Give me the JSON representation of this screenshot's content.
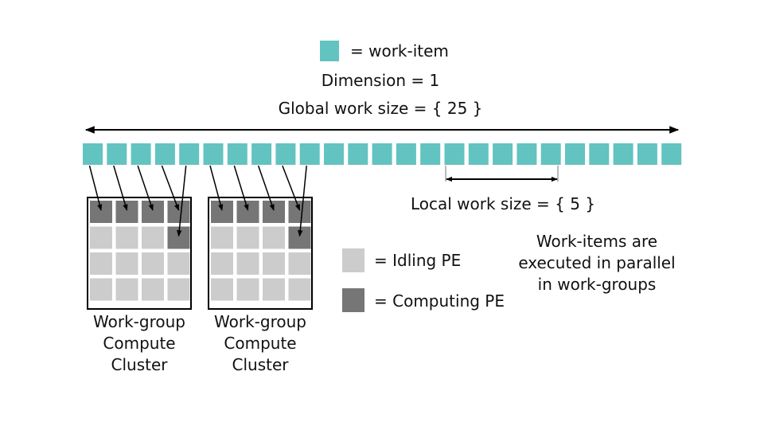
{
  "legend": {
    "work_item": "= work-item",
    "idling": "= Idling PE",
    "computing": "= Computing PE"
  },
  "header": {
    "dimension": "Dimension = 1",
    "global_size": "Global work size = { 25 }"
  },
  "local_size": "Local work size = { 5 }",
  "note": [
    "Work-items are",
    "executed in parallel",
    "in work-groups"
  ],
  "clusters": [
    {
      "lines": [
        "Work-group",
        "Compute",
        "Cluster"
      ],
      "computing_cells": [
        [
          0,
          0
        ],
        [
          0,
          1
        ],
        [
          0,
          2
        ],
        [
          0,
          3
        ],
        [
          1,
          3
        ]
      ]
    },
    {
      "lines": [
        "Work-group",
        "Compute",
        "Cluster"
      ],
      "computing_cells": [
        [
          0,
          0
        ],
        [
          0,
          1
        ],
        [
          0,
          2
        ],
        [
          0,
          3
        ],
        [
          1,
          3
        ]
      ]
    }
  ],
  "work_item_count": 25,
  "grid": {
    "rows": 4,
    "cols": 4
  },
  "colors": {
    "work_item": "#63c3c0",
    "idle": "#cccccc",
    "computing": "#767676",
    "line": "#000000"
  }
}
